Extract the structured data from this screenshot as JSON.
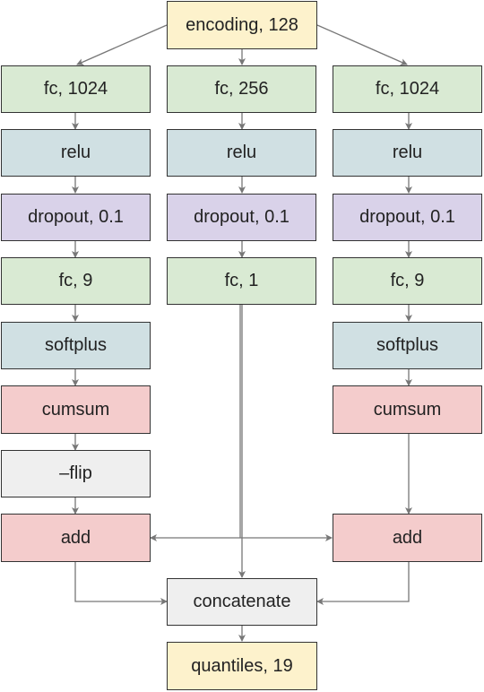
{
  "colors": {
    "yellow": "#fdf2cc",
    "green": "#d9ead3",
    "blue": "#d0e0e3",
    "purple": "#d9d2e9",
    "red": "#f4cccc",
    "grey": "#efefef",
    "stroke": "#333333",
    "arrow": "#777777"
  },
  "nodes": {
    "encoding": "encoding, 128",
    "left": {
      "fc": "fc, 1024",
      "relu": "relu",
      "dropout": "dropout, 0.1",
      "fc9": "fc, 9",
      "softplus": "softplus",
      "cumsum": "cumsum",
      "flip": "–flip",
      "add": "add"
    },
    "middle": {
      "fc": "fc, 256",
      "relu": "relu",
      "dropout": "dropout, 0.1",
      "fc1": "fc, 1"
    },
    "right": {
      "fc": "fc, 1024",
      "relu": "relu",
      "dropout": "dropout, 0.1",
      "fc9": "fc, 9",
      "softplus": "softplus",
      "cumsum": "cumsum",
      "add": "add"
    },
    "concatenate": "concatenate",
    "quantiles": "quantiles, 19"
  }
}
